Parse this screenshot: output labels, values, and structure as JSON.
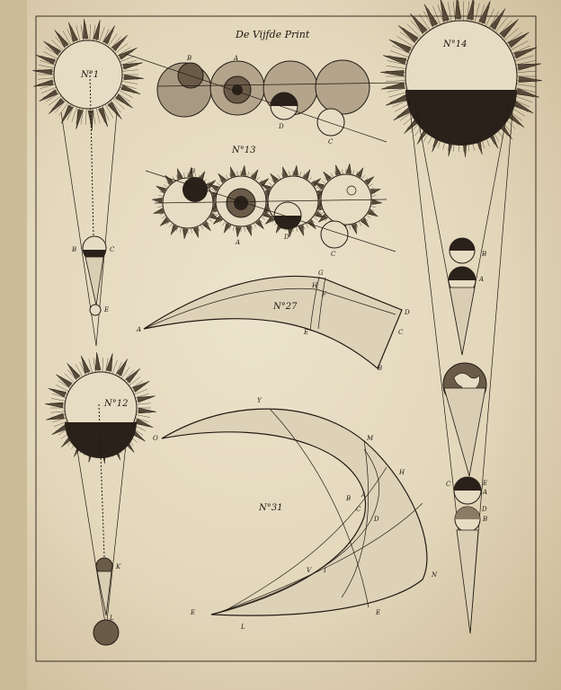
{
  "plate": {
    "title": "De Vijfde Print",
    "figure_numbers": {
      "top_left_sun": "N°1",
      "row": "N°13",
      "top_right_sun": "N°14",
      "horn": "N°27",
      "left_sun": "N°12",
      "crescent": "N°31"
    },
    "letters": {
      "row_top": [
        "B",
        "A",
        "D",
        "C"
      ],
      "row_13": [
        "B",
        "A",
        "D",
        "C"
      ],
      "left_cone_top": [
        "B",
        "C",
        "E"
      ],
      "left_cone_bottom": [
        "K",
        "L"
      ],
      "right_cone": [
        "B",
        "A",
        "E",
        "A",
        "C",
        "D",
        "B"
      ],
      "horn": [
        "A",
        "G",
        "H",
        "F",
        "D",
        "C",
        "B",
        "E"
      ],
      "crescent": [
        "O",
        "Y",
        "M",
        "H",
        "B",
        "A",
        "C",
        "D",
        "V",
        "I",
        "N",
        "E",
        "L",
        "E"
      ]
    }
  }
}
